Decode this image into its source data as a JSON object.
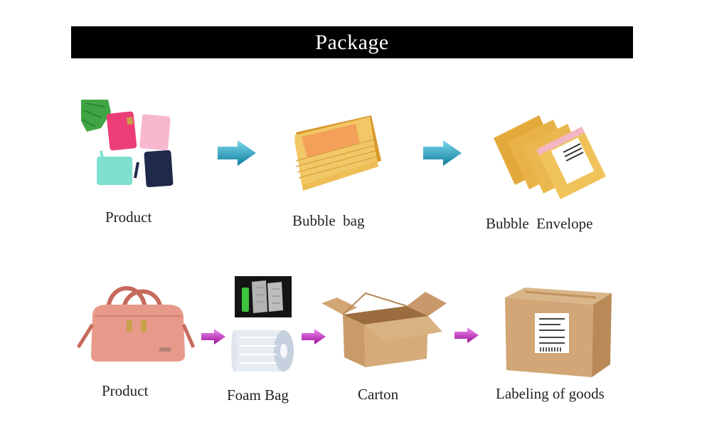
{
  "title": "Package",
  "row1": {
    "labels": [
      "Product",
      "Bubble  bag",
      "Bubble  Envelope"
    ]
  },
  "row2": {
    "labels": [
      "Product",
      "Foam Bag",
      "Carton",
      "Labeling of goods"
    ]
  },
  "colors": {
    "banner": "#000000",
    "arrow_blue": "#1ba3c6",
    "arrow_magenta": "#d21fd2",
    "kraft": "#e8b04a",
    "carton": "#c99a66"
  }
}
